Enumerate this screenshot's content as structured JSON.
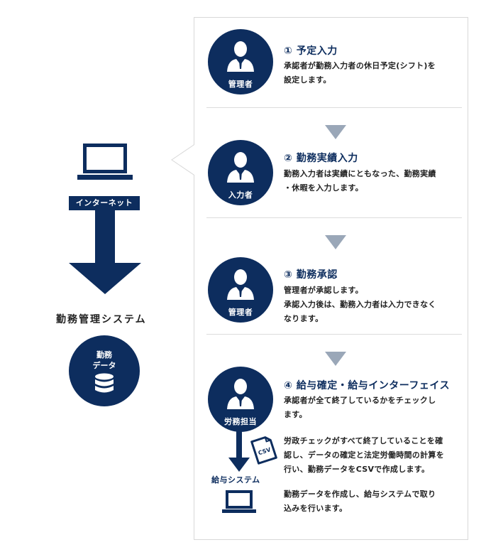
{
  "left": {
    "internet_label": "インターネット",
    "system_label": "勤務管理システム",
    "database_label_line1": "勤務",
    "database_label_line2": "データ"
  },
  "steps": [
    {
      "title": "① 予定入力",
      "role": "管理者",
      "text": [
        "承認者が勤務入力者の休日予定(シフト)を",
        "設定します。"
      ]
    },
    {
      "title": "② 勤務実績入力",
      "role": "入力者",
      "text": [
        "勤務入力者は実績にともなった、勤務実績",
        "・休暇を入力します。"
      ]
    },
    {
      "title": "③ 勤務承認",
      "role": "管理者",
      "text": [
        "管理者が承認します。",
        "承認入力後は、勤務入力者は入力できなく",
        "なります。"
      ]
    },
    {
      "title": "④ 給与確定・給与インターフェイス",
      "role": "労務担当",
      "text": [
        "承認者が全て終了しているかをチェックし",
        "ます。"
      ],
      "text2": [
        "労政チェックがすべて終了していることを確",
        "認し、データの確定と法定労働時間の計算を",
        "行い、勤務データをCSVで作成します。"
      ],
      "text3": [
        "勤務データを作成し、給与システムで取り",
        "込みを行います。"
      ]
    }
  ],
  "csv_label": "CSV",
  "payroll_system_label": "給与システム"
}
